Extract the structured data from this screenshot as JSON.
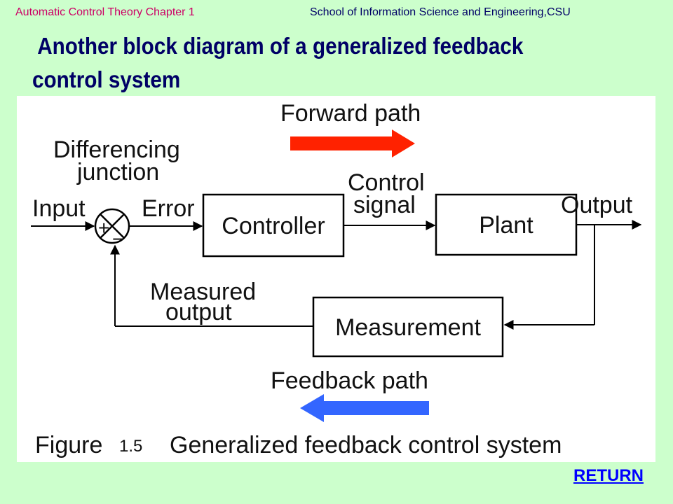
{
  "header": {
    "left": "Automatic Control Theory Chapter 1",
    "right": "School of Information Science and Engineering,CSU"
  },
  "title": {
    "line1": "Another  block diagram of a generalized feedback",
    "line2": "control system"
  },
  "diagram": {
    "forward_path_label": "Forward path",
    "differencing_junction_line1": "Differencing",
    "differencing_junction_line2": "junction",
    "input_label": "Input",
    "error_label": "Error",
    "controller_label": "Controller",
    "control_signal_line1": "Control",
    "control_signal_line2": "signal",
    "plant_label": "Plant",
    "output_label": "Output",
    "measured_output_line1": "Measured",
    "measured_output_line2": "output",
    "measurement_label": "Measurement",
    "feedback_path_label": "Feedback path",
    "sign_plus": "+",
    "sign_minus": "−",
    "figure_prefix": "Figure",
    "figure_number": "1.5",
    "figure_caption": "Generalized feedback control system",
    "forward_arrow_color": "#ff2200",
    "feedback_arrow_color": "#3366ff"
  },
  "nav": {
    "return_label": "RETURN"
  }
}
